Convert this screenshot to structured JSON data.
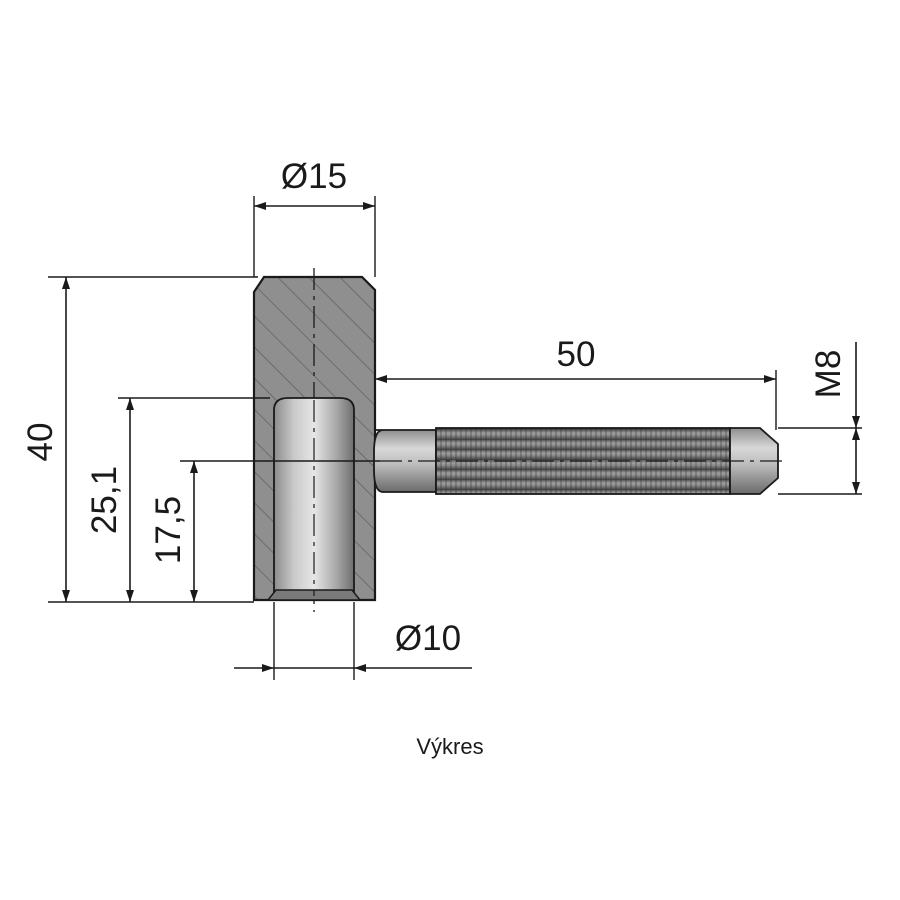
{
  "caption": "Výkres",
  "dimensions": {
    "body_diameter": "Ø15",
    "overall_height": "40",
    "pin_height": "25,1",
    "axis_height": "17,5",
    "bore_diameter": "Ø10",
    "screw_length": "50",
    "thread": "M8"
  }
}
